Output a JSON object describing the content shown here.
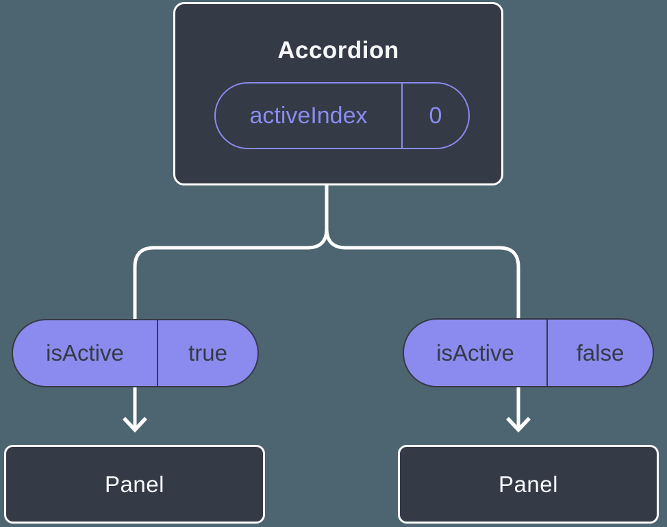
{
  "colors": {
    "background": "#4d6570",
    "node": "#343a46",
    "purple": "#8a8cf0",
    "purple-fill": "#8b8bef",
    "white": "#ffffff",
    "text-light": "#f7f8fa"
  },
  "tree": {
    "root": {
      "title": "Accordion",
      "state": {
        "name": "activeIndex",
        "value": "0"
      }
    },
    "props": [
      {
        "name": "isActive",
        "value": "true"
      },
      {
        "name": "isActive",
        "value": "false"
      }
    ],
    "children": [
      {
        "title": "Panel"
      },
      {
        "title": "Panel"
      }
    ]
  }
}
